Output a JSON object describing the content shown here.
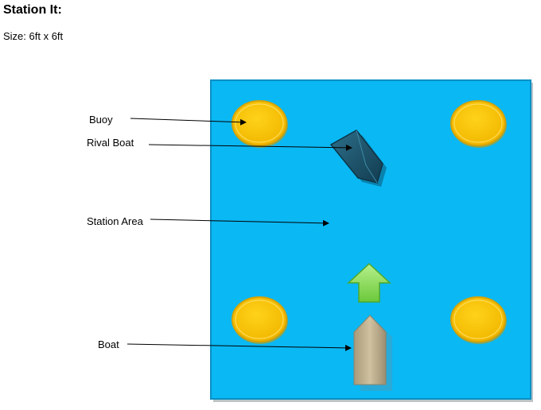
{
  "header": {
    "title": "Station It:",
    "size": "Size: 6ft x 6ft"
  },
  "labels": {
    "buoy": "Buoy",
    "rival_boat": "Rival Boat",
    "station_area": "Station Area",
    "boat": "Boat"
  },
  "colors": {
    "water": "#0ab8f4",
    "water_border": "#0a8fc4",
    "buoy": "#ffcb05",
    "buoy_edge": "#d9a400",
    "rival_boat": "#1f5a73",
    "boat": "#c2b28f",
    "arrow": "#8de05a"
  },
  "icons": {
    "buoy": "buoy-icon",
    "rival_boat": "rival-boat-icon",
    "boat": "boat-icon",
    "direction": "up-arrow-icon"
  }
}
